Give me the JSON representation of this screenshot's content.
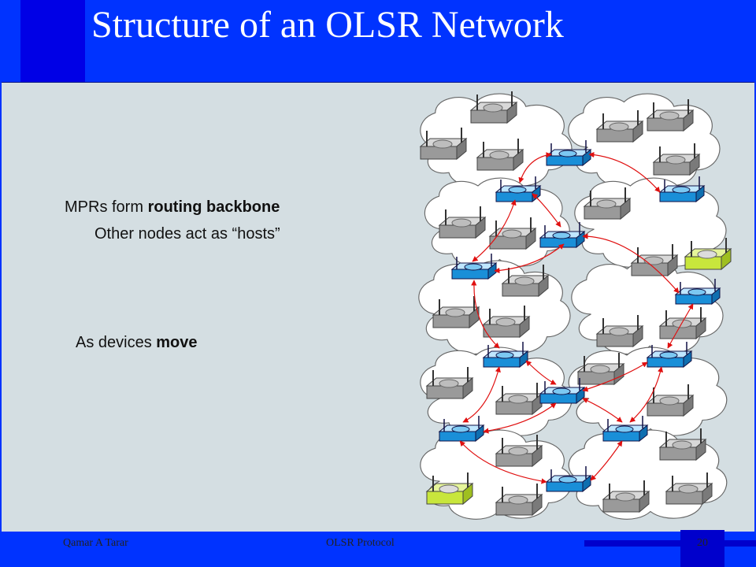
{
  "slide": {
    "title": "Structure of an OLSR Network",
    "line1_prefix": "MPRs form ",
    "line1_bold": "routing backbone",
    "line2": "Other nodes act as “hosts”",
    "line3_prefix": "As devices ",
    "line3_bold": "move"
  },
  "footer": {
    "author": "Qamar A Tarar",
    "topic": "OLSR Protocol",
    "page": "20"
  },
  "colors": {
    "background_blue": "#0033ff",
    "content_bg": "#d4dee2",
    "mpr_blue": "#1a8fd8",
    "host_gray": "#a0a0a0",
    "moving_node": "#c8e63c",
    "link_red": "#e01010"
  },
  "icons": {
    "cloud": "cloud-icon",
    "router": "router-icon",
    "mpr_router": "mpr-router-icon"
  }
}
